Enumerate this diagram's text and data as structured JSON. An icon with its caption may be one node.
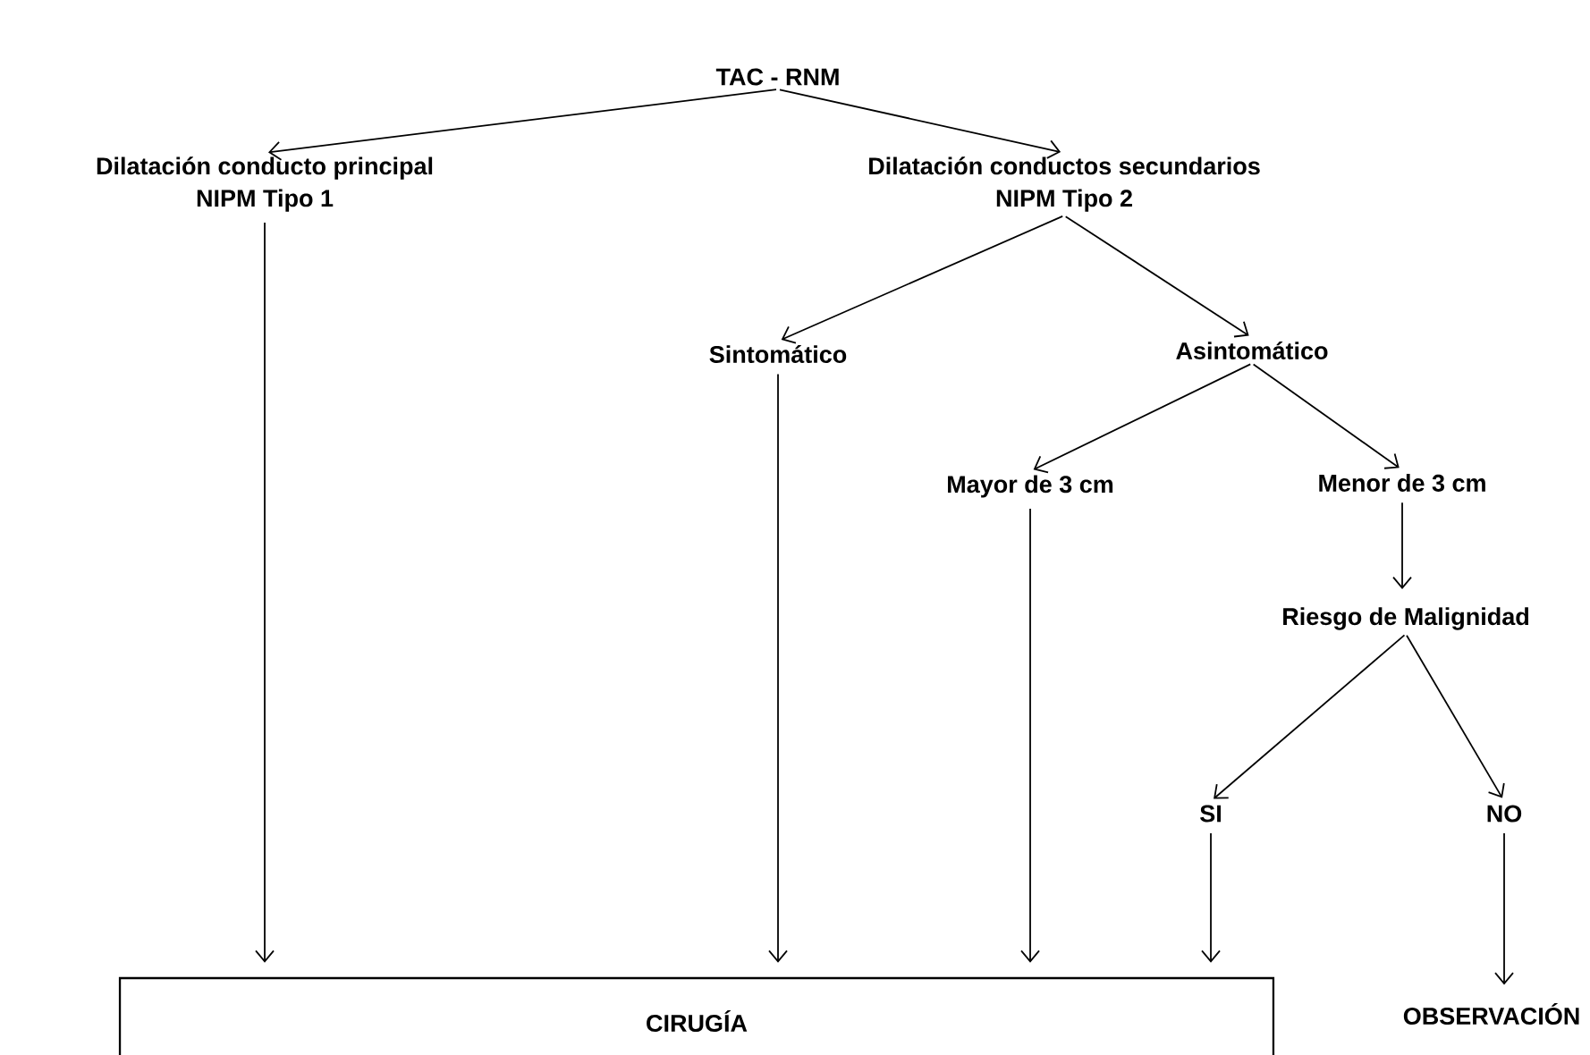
{
  "diagram": {
    "nodes": [
      {
        "text": [
          "TAC - RNM"
        ]
      },
      {
        "text": [
          "Dilatación conducto principal",
          "NIPM Tipo 1"
        ]
      },
      {
        "text": [
          "Dilatación conductos secundarios",
          "NIPM Tipo 2"
        ]
      },
      {
        "text": [
          "Sintomático"
        ]
      },
      {
        "text": [
          "Asintomático"
        ]
      },
      {
        "text": [
          "Mayor de 3 cm"
        ]
      },
      {
        "text": [
          "Menor de 3 cm"
        ]
      },
      {
        "text": [
          "Riesgo de Malignidad"
        ]
      },
      {
        "text": [
          "SI"
        ]
      },
      {
        "text": [
          "NO"
        ]
      },
      {
        "text": [
          "CIRUGÍA"
        ]
      },
      {
        "text": [
          "OBSERVACIÓN"
        ]
      }
    ],
    "edges": [
      {
        "from": 0,
        "to": 1,
        "arrow": "to"
      },
      {
        "from": 0,
        "to": 2,
        "arrow": "to"
      },
      {
        "from": 1,
        "to": 10,
        "arrow": "to"
      },
      {
        "from": 2,
        "to": 3,
        "arrow": "to"
      },
      {
        "from": 2,
        "to": 4,
        "arrow": "to"
      },
      {
        "from": 3,
        "to": 10,
        "arrow": "to"
      },
      {
        "from": 4,
        "to": 5,
        "arrow": "to"
      },
      {
        "from": 4,
        "to": 6,
        "arrow": "to"
      },
      {
        "from": 5,
        "to": 10,
        "arrow": "to"
      },
      {
        "from": 6,
        "to": 7,
        "arrow": "to"
      },
      {
        "from": 7,
        "to": 8,
        "arrow": "to"
      },
      {
        "from": 7,
        "to": 9,
        "arrow": "to"
      },
      {
        "from": 8,
        "to": 10,
        "arrow": "to"
      },
      {
        "from": 9,
        "to": 11,
        "arrow": "to"
      }
    ]
  }
}
